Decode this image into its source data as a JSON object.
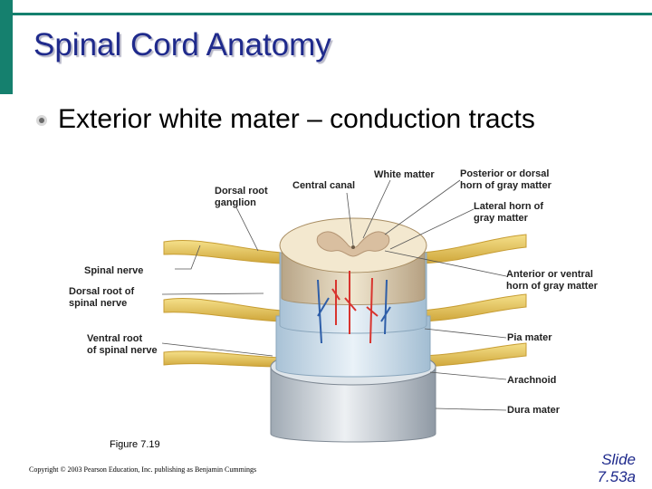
{
  "title": "Spinal Cord Anatomy",
  "bullet": "Exterior white mater – conduction tracts",
  "figure": {
    "caption": "Figure 7.19",
    "labels": {
      "dorsal_root_ganglion_1": "Dorsal root",
      "dorsal_root_ganglion_2": "ganglion",
      "central_canal": "Central canal",
      "white_matter": "White matter",
      "posterior_horn_1": "Posterior or dorsal",
      "posterior_horn_2": "horn of gray matter",
      "lateral_horn_1": "Lateral horn of",
      "lateral_horn_2": "gray matter",
      "spinal_nerve": "Spinal nerve",
      "dorsal_root_1": "Dorsal root of",
      "dorsal_root_2": "spinal nerve",
      "anterior_horn_1": "Anterior or ventral",
      "anterior_horn_2": "horn of gray matter",
      "ventral_root_1": "Ventral root",
      "ventral_root_2": "of spinal nerve",
      "pia_mater": "Pia mater",
      "arachnoid": "Arachnoid",
      "dura_mater": "Dura mater"
    }
  },
  "copyright": "Copyright © 2003 Pearson Education, Inc. publishing as Benjamin Cummings",
  "slide_number_line1": "Slide",
  "slide_number_line2": "7.53a",
  "colors": {
    "accent": "#15806e",
    "title": "#1f2a8c"
  }
}
